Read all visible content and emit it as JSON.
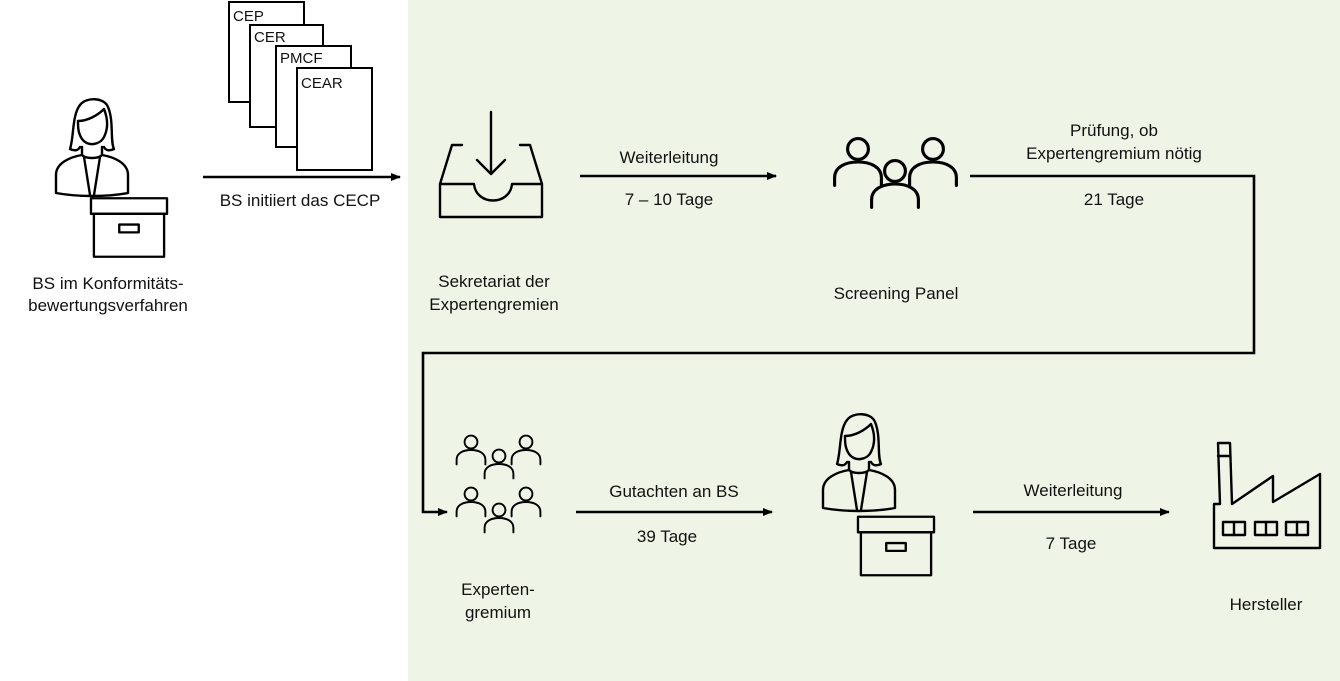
{
  "colors": {
    "panel": "#eef5e6",
    "stroke": "#000000"
  },
  "documents": [
    "CEP",
    "CER",
    "PMCF",
    "CEAR"
  ],
  "actors": {
    "bs": {
      "label_lines": [
        "BS im Konformitäts-",
        "bewertungsverfahren"
      ],
      "icon": "person-with-box-icon"
    },
    "secretariat": {
      "label_lines": [
        "Sekretariat der",
        "Expertengremien"
      ],
      "icon": "inbox-icon"
    },
    "screening": {
      "label": "Screening Panel",
      "icon": "group-icon"
    },
    "panel": {
      "label_lines": [
        "Experten-",
        "gremium"
      ],
      "icon": "large-group-icon"
    },
    "bs2": {
      "icon": "person-with-box-icon"
    },
    "manufacturer": {
      "label": "Hersteller",
      "icon": "factory-icon"
    }
  },
  "steps": [
    {
      "label": "BS initiiert das CECP"
    },
    {
      "label": "Weiterleitung",
      "duration": "7 – 10 Tage"
    },
    {
      "label_lines": [
        "Prüfung, ob",
        "Expertengremium nötig"
      ],
      "duration": "21 Tage"
    },
    {
      "label": "Gutachten an BS",
      "duration": "39 Tage"
    },
    {
      "label": "Weiterleitung",
      "duration": "7 Tage"
    }
  ]
}
